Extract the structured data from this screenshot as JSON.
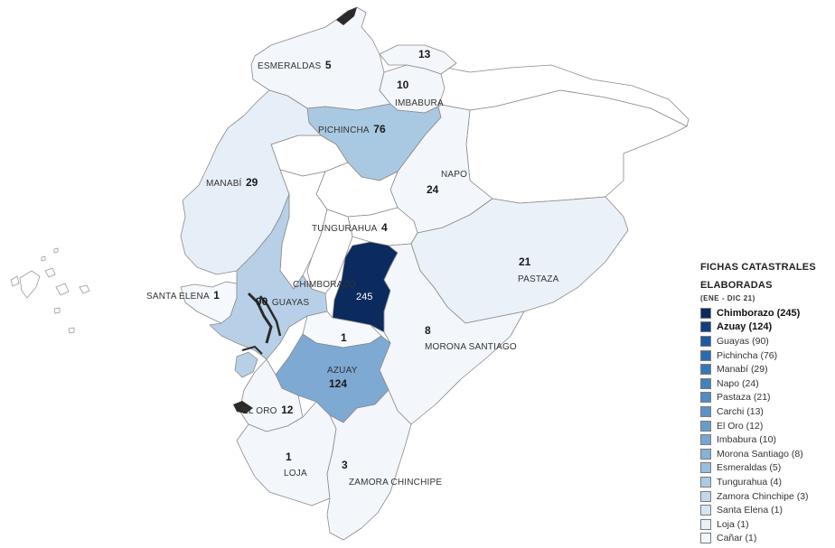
{
  "legend": {
    "title_line1": "FICHAS CATASTRALES",
    "title_line2": "ELABORADAS",
    "period": "(ENE - DIC 21)",
    "items": [
      {
        "text": "Chimborazo (245)",
        "color": "#0b2a5e",
        "bold": true
      },
      {
        "text": "Azuay (124)",
        "color": "#123f80",
        "bold": true
      },
      {
        "text": "Guayas (90)",
        "color": "#1f5aa0",
        "bold": false
      },
      {
        "text": "Pichincha (76)",
        "color": "#2a6bb0",
        "bold": false
      },
      {
        "text": "Manabí (29)",
        "color": "#3777b8",
        "bold": false
      },
      {
        "text": "Napo (24)",
        "color": "#4382bd",
        "bold": false
      },
      {
        "text": "Pastaza (21)",
        "color": "#508bc2",
        "bold": false
      },
      {
        "text": "Carchi (13)",
        "color": "#5b93c6",
        "bold": false
      },
      {
        "text": "El Oro (12)",
        "color": "#689dcb",
        "bold": false
      },
      {
        "text": "Imbabura (10)",
        "color": "#76a7d0",
        "bold": false
      },
      {
        "text": "Morona Santiago (8)",
        "color": "#86b2d6",
        "bold": false
      },
      {
        "text": "Esmeraldas (5)",
        "color": "#97bedd",
        "bold": false
      },
      {
        "text": "Tungurahua (4)",
        "color": "#abcbe4",
        "bold": false
      },
      {
        "text": "Zamora Chinchipe (3)",
        "color": "#c2d8eb",
        "bold": false
      },
      {
        "text": "Santa Elena (1)",
        "color": "#d7e5f2",
        "bold": false
      },
      {
        "text": "Loja (1)",
        "color": "#e8f0f8",
        "bold": false
      },
      {
        "text": "Cañar (1)",
        "color": "#f3f7fb",
        "bold": false
      }
    ]
  },
  "provinces": {
    "carchi": {
      "value": "13",
      "color": "#f3f6fb"
    },
    "esmeraldas": {
      "name": "ESMERALDAS",
      "value": "5",
      "color": "#f3f6fb"
    },
    "imbabura": {
      "name": "IMBABURA",
      "value": "10",
      "color": "#f3f6fb"
    },
    "pichincha": {
      "name": "PICHINCHA",
      "value": "76",
      "color": "#a9c8e2"
    },
    "manabi": {
      "name": "MANABÍ",
      "value": "29",
      "color": "#e6eef7"
    },
    "napo": {
      "name": "NAPO",
      "value": "24",
      "color": "#f3f6fb"
    },
    "tungurahua": {
      "name": "TUNGURAHUA",
      "value": "4",
      "color": "#ffffff"
    },
    "pastaza": {
      "name": "PASTAZA",
      "value": "21",
      "color": "#eaf1f8"
    },
    "chimborazo": {
      "name": "CHIMBORAZO",
      "value": "245",
      "color": "#0b2a5e"
    },
    "santa_elena": {
      "name": "SANTA ELENA",
      "value": "1",
      "color": "#f5f8fc"
    },
    "guayas": {
      "name": "GUAYAS",
      "value": "90",
      "color": "#b7d0e7"
    },
    "canar": {
      "value": "1",
      "color": "#f5f8fc"
    },
    "morona": {
      "name": "MORONA SANTIAGO",
      "value": "8",
      "color": "#f3f6fb"
    },
    "azuay": {
      "name": "AZUAY",
      "value": "124",
      "color": "#7da9d3"
    },
    "el_oro": {
      "name": "EL ORO",
      "value": "12",
      "color": "#f3f6fb"
    },
    "loja": {
      "name": "LOJA",
      "value": "1",
      "color": "#f3f6fb"
    },
    "zamora": {
      "name": "ZAMORA CHINCHIPE",
      "value": "3",
      "color": "#f3f6fb"
    },
    "los_rios": {
      "color": "#ffffff"
    },
    "cotopaxi": {
      "color": "#ffffff"
    },
    "bolivar": {
      "color": "#ffffff"
    },
    "santo_domingo": {
      "color": "#ffffff"
    },
    "sucumbios": {
      "color": "#ffffff"
    },
    "orellana": {
      "color": "#ffffff"
    }
  }
}
